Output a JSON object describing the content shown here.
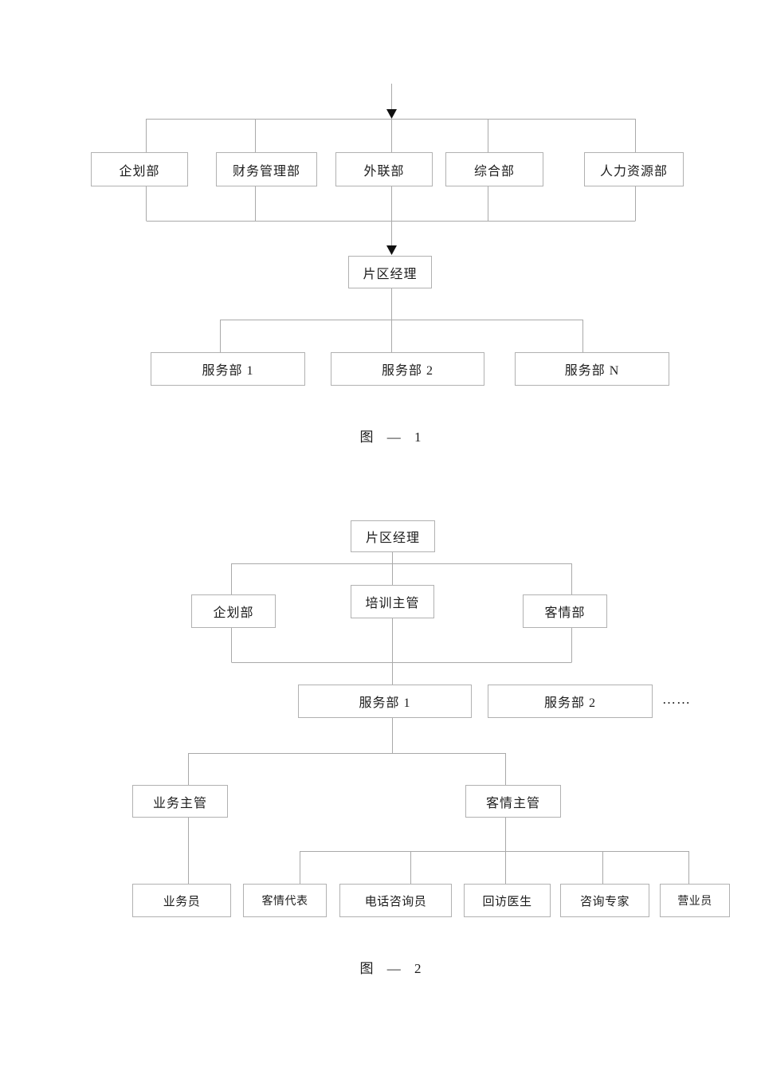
{
  "page": {
    "background": "#ffffff"
  },
  "colors": {
    "line": "#a9a9a9",
    "box_border": "#b1b1b1",
    "text": "#1c1c1c",
    "arrow": "#111111"
  },
  "figure1": {
    "caption": "图 — 1",
    "top_row": [
      {
        "label": "企划部"
      },
      {
        "label": "财务管理部"
      },
      {
        "label": "外联部"
      },
      {
        "label": "综合部"
      },
      {
        "label": "人力资源部"
      }
    ],
    "manager": {
      "label": "片区经理"
    },
    "service_row": [
      {
        "label": "服务部 1"
      },
      {
        "label": "服务部 2"
      },
      {
        "label": "服务部 N"
      }
    ]
  },
  "figure2": {
    "caption": "图 — 2",
    "manager": {
      "label": "片区经理"
    },
    "mid_row": [
      {
        "label": "企划部"
      },
      {
        "label": "培训主管"
      },
      {
        "label": "客情部"
      }
    ],
    "service_row": [
      {
        "label": "服务部 1"
      },
      {
        "label": "服务部 2"
      }
    ],
    "ellipsis": "……",
    "supervisor_row": [
      {
        "label": "业务主管"
      },
      {
        "label": "客情主管"
      }
    ],
    "staff_row": [
      {
        "label": "业务员"
      },
      {
        "label": "客情代表"
      },
      {
        "label": "电话咨询员"
      },
      {
        "label": "回访医生"
      },
      {
        "label": "咨询专家"
      },
      {
        "label": "营业员"
      }
    ]
  }
}
